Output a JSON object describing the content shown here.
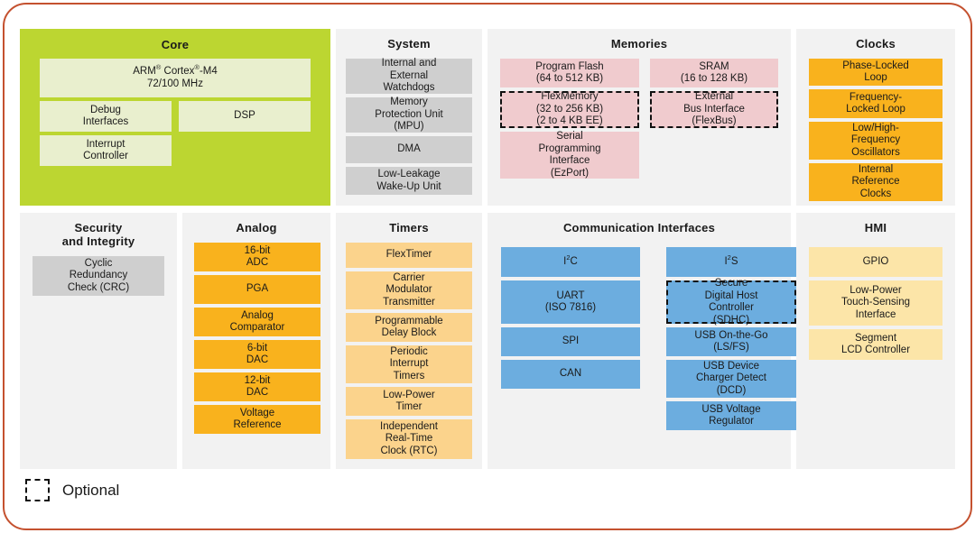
{
  "diagram": {
    "legend": {
      "swatch_style": "dashed-outline",
      "label": "Optional"
    },
    "colors": {
      "frame": "#C4512F",
      "panel_bg": "#F2F2F2",
      "core_group": "#BCD631",
      "core_block": "#E9EFCE",
      "system_block": "#CFCFCF",
      "memories_block": "#F0CBCE",
      "clocks_block": "#F9B21D",
      "security_block": "#CFCFCF",
      "analog_block": "#F9B21D",
      "timers_block": "#FBD38C",
      "communication_block": "#6CADDF",
      "hmi_block": "#FCE5A8"
    },
    "panels": {
      "core": {
        "title": "Core",
        "blocks": [
          {
            "lines": [
              "ARM® Cortex®-M4",
              "72/100 MHz"
            ],
            "optional": false
          },
          {
            "lines": [
              "Debug",
              "Interfaces"
            ],
            "optional": false
          },
          {
            "lines": [
              "DSP"
            ],
            "optional": false
          },
          {
            "lines": [
              "Interrupt",
              "Controller"
            ],
            "optional": false
          }
        ]
      },
      "system": {
        "title": "System",
        "blocks": [
          {
            "lines": [
              "Internal and",
              "External",
              "Watchdogs"
            ],
            "optional": false
          },
          {
            "lines": [
              "Memory",
              "Protection Unit",
              "(MPU)"
            ],
            "optional": false
          },
          {
            "lines": [
              "DMA"
            ],
            "optional": false
          },
          {
            "lines": [
              "Low-Leakage",
              "Wake-Up Unit"
            ],
            "optional": false
          }
        ]
      },
      "memories": {
        "title": "Memories",
        "left_blocks": [
          {
            "lines": [
              "Program Flash",
              "(64 to 512 KB)"
            ],
            "optional": false
          },
          {
            "lines": [
              "FlexMemory",
              "(32 to 256 KB)",
              "(2 to 4 KB EE)"
            ],
            "optional": true
          },
          {
            "lines": [
              "Serial",
              "Programming",
              "Interface",
              "(EzPort)"
            ],
            "optional": false
          }
        ],
        "right_blocks": [
          {
            "lines": [
              "SRAM",
              "(16 to 128 KB)"
            ],
            "optional": false
          },
          {
            "lines": [
              "External",
              "Bus Interface",
              "(FlexBus)"
            ],
            "optional": true
          }
        ]
      },
      "clocks": {
        "title": "Clocks",
        "blocks": [
          {
            "lines": [
              "Phase-Locked",
              "Loop"
            ],
            "optional": false
          },
          {
            "lines": [
              "Frequency-",
              "Locked Loop"
            ],
            "optional": false
          },
          {
            "lines": [
              "Low/High-",
              "Frequency",
              "Oscillators"
            ],
            "optional": false
          },
          {
            "lines": [
              "Internal",
              "Reference",
              "Clocks"
            ],
            "optional": false
          }
        ]
      },
      "security": {
        "title_lines": [
          "Security",
          "and Integrity"
        ],
        "blocks": [
          {
            "lines": [
              "Cyclic",
              "Redundancy",
              "Check (CRC)"
            ],
            "optional": false
          }
        ]
      },
      "analog": {
        "title": "Analog",
        "blocks": [
          {
            "lines": [
              "16-bit",
              "ADC"
            ],
            "optional": false
          },
          {
            "lines": [
              "PGA"
            ],
            "optional": false
          },
          {
            "lines": [
              "Analog",
              "Comparator"
            ],
            "optional": false
          },
          {
            "lines": [
              "6-bit",
              "DAC"
            ],
            "optional": false
          },
          {
            "lines": [
              "12-bit",
              "DAC"
            ],
            "optional": false
          },
          {
            "lines": [
              "Voltage",
              "Reference"
            ],
            "optional": false
          }
        ]
      },
      "timers": {
        "title": "Timers",
        "blocks": [
          {
            "lines": [
              "FlexTimer"
            ],
            "optional": false
          },
          {
            "lines": [
              "Carrier",
              "Modulator",
              "Transmitter"
            ],
            "optional": false
          },
          {
            "lines": [
              "Programmable",
              "Delay Block"
            ],
            "optional": false
          },
          {
            "lines": [
              "Periodic",
              "Interrupt",
              "Timers"
            ],
            "optional": false
          },
          {
            "lines": [
              "Low-Power",
              "Timer"
            ],
            "optional": false
          },
          {
            "lines": [
              "Independent",
              "Real-Time",
              "Clock (RTC)"
            ],
            "optional": false
          }
        ]
      },
      "communication": {
        "title": "Communication Interfaces",
        "left_blocks": [
          {
            "lines": [
              "I²C"
            ],
            "optional": false
          },
          {
            "lines": [
              "UART",
              "(ISO 7816)"
            ],
            "optional": false
          },
          {
            "lines": [
              "SPI"
            ],
            "optional": false
          },
          {
            "lines": [
              "CAN"
            ],
            "optional": false
          }
        ],
        "right_blocks": [
          {
            "lines": [
              "I²S"
            ],
            "optional": false
          },
          {
            "lines": [
              "Secure",
              "Digital Host",
              "Controller",
              "(SDHC)"
            ],
            "optional": true
          },
          {
            "lines": [
              "USB On-the-Go",
              "(LS/FS)"
            ],
            "optional": false
          },
          {
            "lines": [
              "USB Device",
              "Charger Detect",
              "(DCD)"
            ],
            "optional": false
          },
          {
            "lines": [
              "USB Voltage",
              "Regulator"
            ],
            "optional": false
          }
        ]
      },
      "hmi": {
        "title": "HMI",
        "blocks": [
          {
            "lines": [
              "GPIO"
            ],
            "optional": false
          },
          {
            "lines": [
              "Low-Power",
              "Touch-Sensing",
              "Interface"
            ],
            "optional": false
          },
          {
            "lines": [
              "Segment",
              "LCD Controller"
            ],
            "optional": false
          }
        ]
      }
    }
  }
}
